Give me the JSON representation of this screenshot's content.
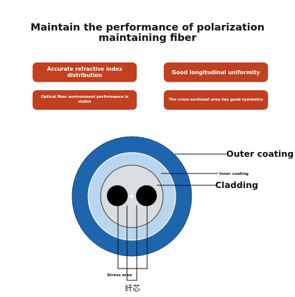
{
  "title": "Maintain the performance of polarization maintaining fiber",
  "features": [
    "Accurate refractive index distribution",
    "Good longitudinal uniformity",
    "Optical fiber environment performance is stable",
    "The cross-sectional area has good symmetry"
  ],
  "labels": {
    "outer_coating": "Outer coating",
    "inner_coating": "Inner coating",
    "cladding": "Cladding",
    "stress_area": "Stress area",
    "core": "纤芯"
  },
  "colors": {
    "tag_background": "#c0401f",
    "outer_coating": "#1f65ad",
    "inner_coating": "#b9d6ee",
    "cladding": "#d9dde2",
    "stress_rods": "#000000"
  }
}
